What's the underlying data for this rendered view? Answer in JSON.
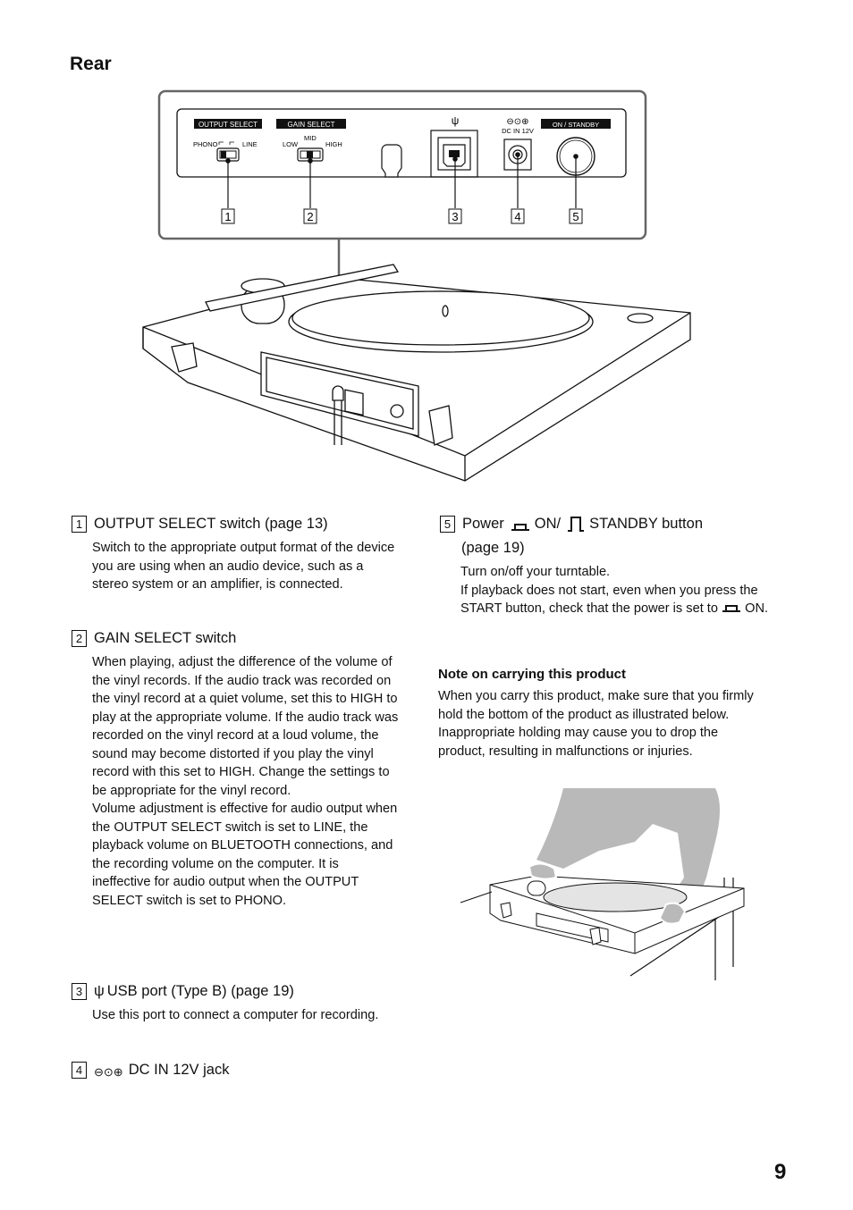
{
  "heading": "Rear",
  "page_number": "9",
  "diagram": {
    "labels": {
      "output_select": "OUTPUT SELECT",
      "gain_select": "GAIN SELECT",
      "phono": "PHONO",
      "line": "LINE",
      "low": "LOW",
      "mid": "MID",
      "high": "HIGH",
      "dc_in": "DC IN 12V",
      "on_standby": "ON / STANDBY"
    },
    "callouts": [
      "1",
      "2",
      "3",
      "4",
      "5"
    ]
  },
  "items": [
    {
      "num": "1",
      "title": "OUTPUT SELECT switch (page 13)",
      "body": "Switch to the appropriate output format of the device you are using when an audio device, such as a stereo system or an amplifier, is connected."
    },
    {
      "num": "2",
      "title": "GAIN SELECT switch",
      "body1": "When playing, adjust the difference of the volume of the vinyl records. If the audio track was recorded on the vinyl record at a quiet volume, set this to HIGH to play at the appropriate volume. If the audio track was recorded on the vinyl record at a loud volume, the sound may become distorted if you play the vinyl record with this set to HIGH. Change the settings to be appropriate for the vinyl record.",
      "body2": "Volume adjustment is effective for audio output when the OUTPUT SELECT switch is set to LINE, the playback volume on BLUETOOTH connections, and the recording volume on the computer. It is ineffective for audio output when the OUTPUT SELECT switch is set to PHONO."
    },
    {
      "num": "3",
      "title": "USB port (Type B) (page 19)",
      "body": "Use this port to connect a computer for recording."
    },
    {
      "num": "4",
      "title": "DC IN 12V jack"
    },
    {
      "num": "5",
      "title_a": "Power",
      "title_b": "ON/",
      "title_c": "STANDBY button",
      "title_d": "(page 19)",
      "body1": "Turn on/off your turntable.",
      "body2a": "If playback does not start, even when you press the START button, check that the power is set to",
      "body2b": "ON."
    }
  ],
  "note": {
    "title": "Note on carrying this product",
    "body": "When you carry this product, make sure that you firmly hold the bottom of the product as illustrated below. Inappropriate holding may cause you to drop the product, resulting in malfunctions or injuries."
  }
}
